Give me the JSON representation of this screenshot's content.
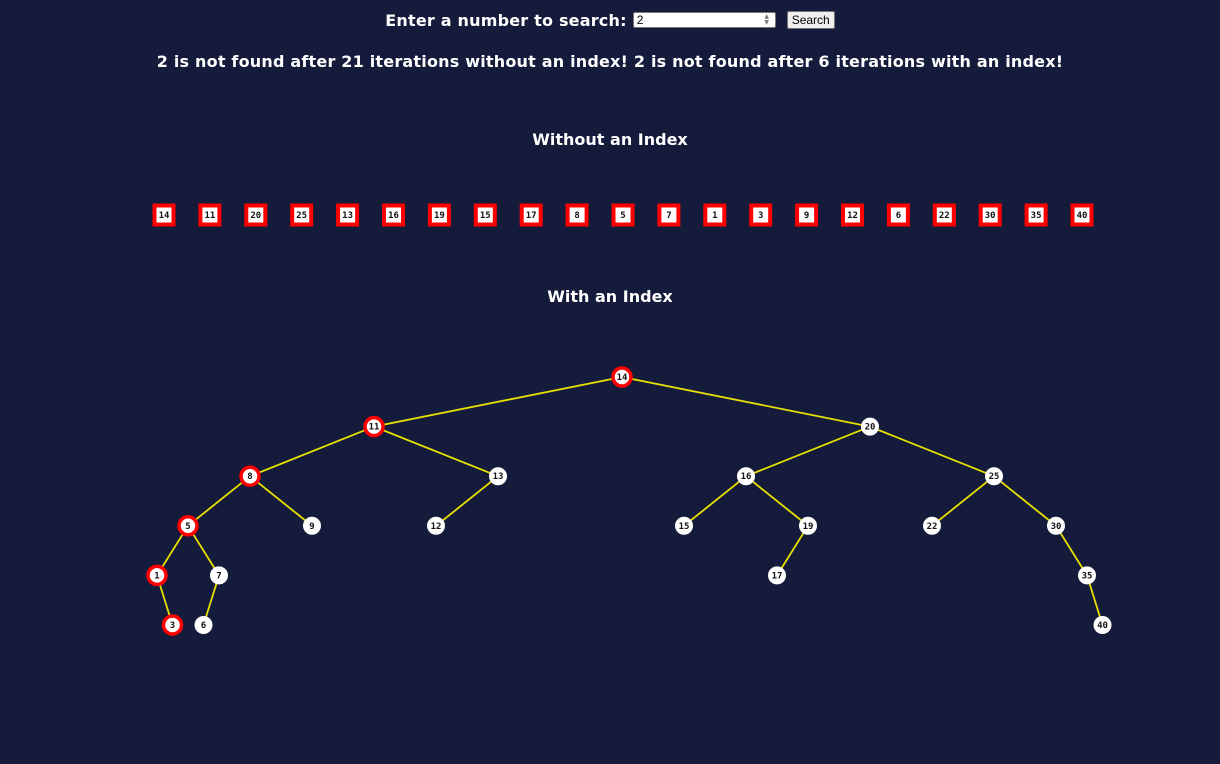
{
  "search": {
    "label": "Enter a number to search:",
    "value": "2",
    "button_label": "Search"
  },
  "result": {
    "text": "2 is not found after 21 iterations without an index! 2 is not found after 6 iterations with an index!"
  },
  "sections": {
    "without_index_title": "Without an Index",
    "with_index_title": "With an Index"
  },
  "colors": {
    "background": "#151b3a",
    "visited": "#ff0000",
    "node_fill": "#ffffff",
    "edge": "#e8e000"
  },
  "array": {
    "values": [
      14,
      11,
      20,
      25,
      13,
      16,
      19,
      15,
      17,
      8,
      5,
      7,
      1,
      3,
      9,
      12,
      6,
      22,
      30,
      35,
      40
    ],
    "visited": [
      true,
      true,
      true,
      true,
      true,
      true,
      true,
      true,
      true,
      true,
      true,
      true,
      true,
      true,
      true,
      true,
      true,
      true,
      true,
      true,
      true
    ]
  },
  "tree": {
    "nodes": [
      {
        "id": "n14",
        "label": "14",
        "parent": null,
        "visited": true
      },
      {
        "id": "n11",
        "label": "11",
        "parent": "n14",
        "visited": true
      },
      {
        "id": "n20",
        "label": "20",
        "parent": "n14",
        "visited": false
      },
      {
        "id": "n8",
        "label": "8",
        "parent": "n11",
        "visited": true
      },
      {
        "id": "n13",
        "label": "13",
        "parent": "n11",
        "visited": false
      },
      {
        "id": "n16",
        "label": "16",
        "parent": "n20",
        "visited": false
      },
      {
        "id": "n25",
        "label": "25",
        "parent": "n20",
        "visited": false
      },
      {
        "id": "n5",
        "label": "5",
        "parent": "n8",
        "visited": true
      },
      {
        "id": "n9",
        "label": "9",
        "parent": "n8",
        "visited": false
      },
      {
        "id": "n12",
        "label": "12",
        "parent": "n13",
        "visited": false
      },
      {
        "id": "n15",
        "label": "15",
        "parent": "n16",
        "visited": false
      },
      {
        "id": "n19",
        "label": "19",
        "parent": "n16",
        "visited": false
      },
      {
        "id": "n22",
        "label": "22",
        "parent": "n25",
        "visited": false
      },
      {
        "id": "n30",
        "label": "30",
        "parent": "n25",
        "visited": false
      },
      {
        "id": "n1",
        "label": "1",
        "parent": "n5",
        "visited": true
      },
      {
        "id": "n7",
        "label": "7",
        "parent": "n5",
        "visited": false
      },
      {
        "id": "n17",
        "label": "17",
        "parent": "n19",
        "visited": false
      },
      {
        "id": "n35",
        "label": "35",
        "parent": "n30",
        "visited": false
      },
      {
        "id": "n3",
        "label": "3",
        "parent": "n1",
        "visited": true
      },
      {
        "id": "n6",
        "label": "6",
        "parent": "n7",
        "visited": false
      },
      {
        "id": "n40",
        "label": "40",
        "parent": "n35",
        "visited": false
      }
    ]
  }
}
